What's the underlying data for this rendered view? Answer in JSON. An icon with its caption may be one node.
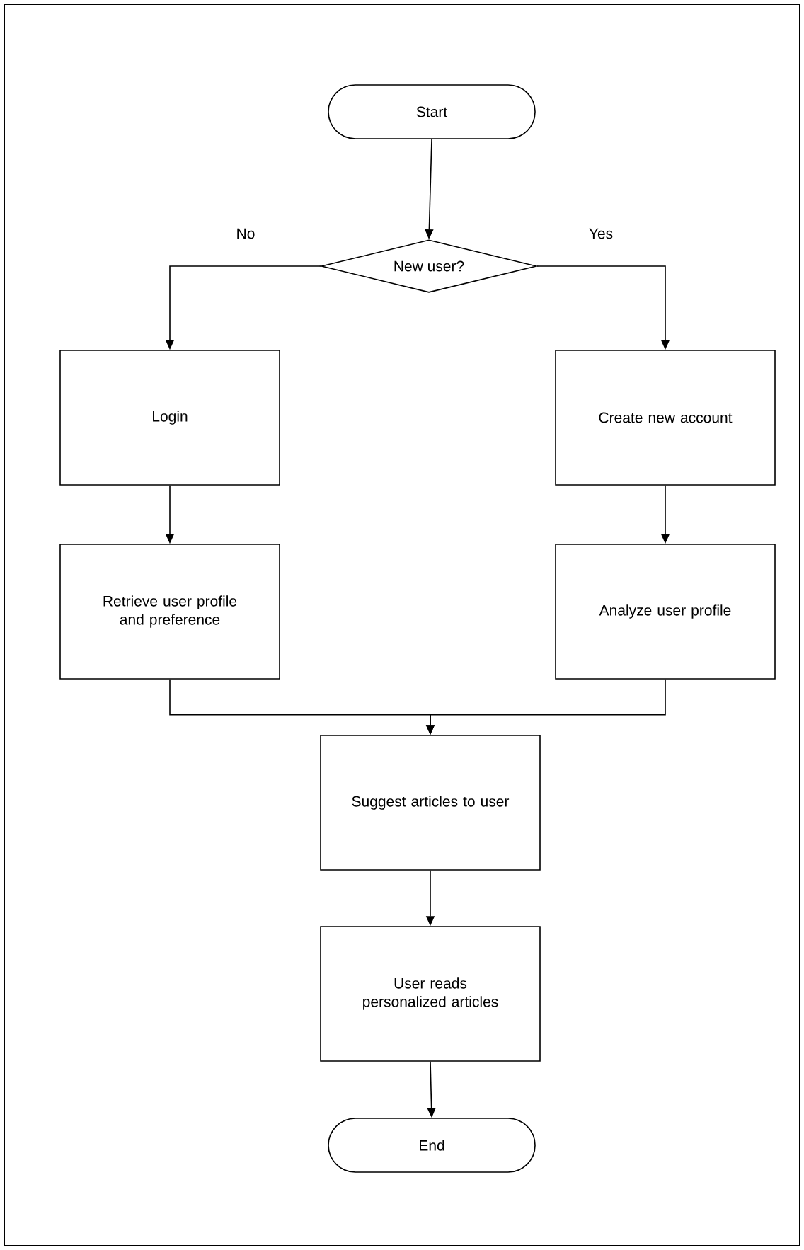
{
  "diagram": {
    "nodes": [
      {
        "text": [
          "Start"
        ]
      },
      {
        "text": [
          "New user?"
        ]
      },
      {
        "text": [
          "Login"
        ]
      },
      {
        "text": [
          "Create new account"
        ]
      },
      {
        "text": [
          "Retrieve user profile and preference"
        ]
      },
      {
        "text": [
          "Analyze user profile"
        ]
      },
      {
        "text": [
          "Suggest articles to user"
        ]
      },
      {
        "text": [
          "User reads personalized articles"
        ]
      },
      {
        "text": [
          "End"
        ]
      }
    ],
    "edges": [
      {
        "from": 0,
        "to": 1,
        "arrow": "to"
      },
      {
        "from": 1,
        "to": 2,
        "arrow": "to",
        "label": "No"
      },
      {
        "from": 1,
        "to": 3,
        "arrow": "to",
        "label": "Yes"
      },
      {
        "from": 2,
        "to": 4,
        "arrow": "to"
      },
      {
        "from": 3,
        "to": 5,
        "arrow": "to"
      },
      {
        "from": 4,
        "to": 6,
        "arrow": "to"
      },
      {
        "from": 5,
        "to": 6,
        "arrow": "to"
      },
      {
        "from": 6,
        "to": 7,
        "arrow": "to"
      },
      {
        "from": 7,
        "to": 8,
        "arrow": "to"
      }
    ]
  }
}
